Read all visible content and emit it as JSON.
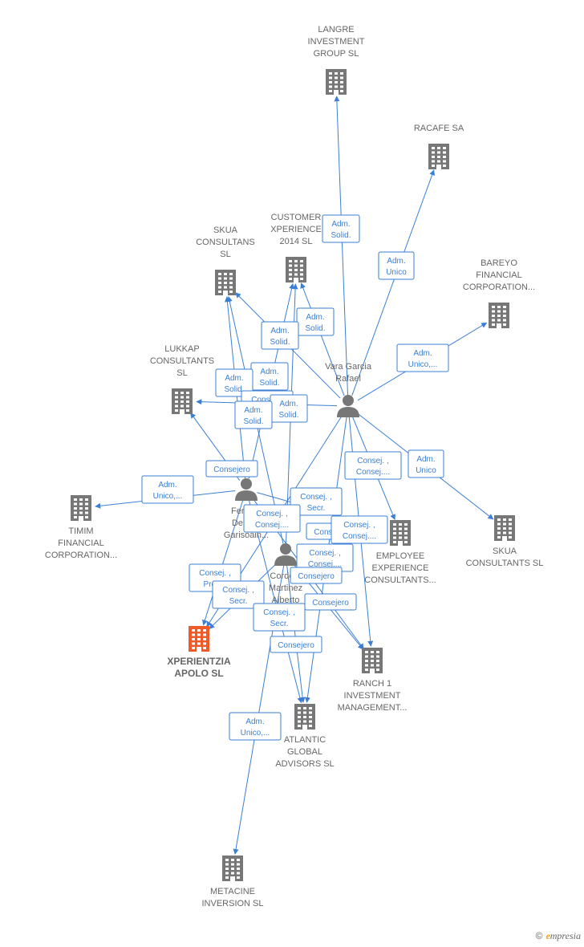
{
  "colors": {
    "edge": "#3a7fd5",
    "company": "#777777",
    "highlight": "#f05a28",
    "person": "#777777"
  },
  "footer": {
    "copyright": "©",
    "brand_e": "e",
    "brand_rest": "mpresia"
  },
  "nodes": [
    {
      "id": "langre",
      "kind": "company",
      "lines": [
        "LANGRE",
        "INVESTMENT",
        "GROUP  SL"
      ]
    },
    {
      "id": "racafe",
      "kind": "company",
      "lines": [
        "RACAFE SA"
      ]
    },
    {
      "id": "bareyo",
      "kind": "company",
      "lines": [
        "BAREYO",
        "FINANCIAL",
        "CORPORATION..."
      ]
    },
    {
      "id": "customer",
      "kind": "company",
      "lines": [
        "CUSTOMER",
        "XPERIENCE",
        "2014  SL"
      ]
    },
    {
      "id": "skua1",
      "kind": "company",
      "lines": [
        "SKUA",
        "CONSULTANS",
        "SL"
      ]
    },
    {
      "id": "lukkap",
      "kind": "company",
      "lines": [
        "LUKKAP",
        "CONSULTANTS",
        "SL"
      ]
    },
    {
      "id": "timim",
      "kind": "company",
      "lines": [
        "TIMIM",
        "FINANCIAL",
        "CORPORATION..."
      ]
    },
    {
      "id": "xperientzia",
      "kind": "highlight",
      "lines": [
        "XPERIENTZIA",
        "APOLO  SL"
      ]
    },
    {
      "id": "employee",
      "kind": "company",
      "lines": [
        "EMPLOYEE",
        "EXPERIENCE",
        "CONSULTANTS..."
      ]
    },
    {
      "id": "skua2",
      "kind": "company",
      "lines": [
        "SKUA",
        "CONSULTANTS SL"
      ]
    },
    {
      "id": "ranch",
      "kind": "company",
      "lines": [
        "RANCH 1",
        "INVESTMENT",
        "MANAGEMENT..."
      ]
    },
    {
      "id": "atlantic",
      "kind": "company",
      "lines": [
        "ATLANTIC",
        "GLOBAL",
        "ADVISORS  SL"
      ]
    },
    {
      "id": "metacine",
      "kind": "company",
      "lines": [
        "METACINE",
        "INVERSION  SL"
      ]
    },
    {
      "id": "vara",
      "kind": "person",
      "lines": [
        "Vara Garcia",
        "Rafael"
      ]
    },
    {
      "id": "fernandez",
      "kind": "person",
      "lines": [
        "Ferna...",
        "De Pi...",
        "Garisoain..."
      ]
    },
    {
      "id": "cordon",
      "kind": "person",
      "lines": [
        "Cordo...",
        "Martinez",
        "Alberto"
      ]
    }
  ],
  "edges": [
    {
      "from": "vara",
      "to": "langre"
    },
    {
      "from": "vara",
      "to": "racafe"
    },
    {
      "from": "vara",
      "to": "bareyo"
    },
    {
      "from": "vara",
      "to": "customer"
    },
    {
      "from": "vara",
      "to": "skua1"
    },
    {
      "from": "vara",
      "to": "lukkap"
    },
    {
      "from": "vara",
      "to": "employee"
    },
    {
      "from": "vara",
      "to": "skua2"
    },
    {
      "from": "vara",
      "to": "ranch"
    },
    {
      "from": "vara",
      "to": "atlantic"
    },
    {
      "from": "vara",
      "to": "xperientzia"
    },
    {
      "from": "fernandez",
      "to": "timim"
    },
    {
      "from": "fernandez",
      "to": "lukkap"
    },
    {
      "from": "fernandez",
      "to": "skua1"
    },
    {
      "from": "fernandez",
      "to": "customer"
    },
    {
      "from": "fernandez",
      "to": "employee"
    },
    {
      "from": "fernandez",
      "to": "xperientzia"
    },
    {
      "from": "fernandez",
      "to": "ranch"
    },
    {
      "from": "fernandez",
      "to": "atlantic"
    },
    {
      "from": "cordon",
      "to": "skua1"
    },
    {
      "from": "cordon",
      "to": "customer"
    },
    {
      "from": "cordon",
      "to": "xperientzia"
    },
    {
      "from": "cordon",
      "to": "employee"
    },
    {
      "from": "cordon",
      "to": "ranch"
    },
    {
      "from": "cordon",
      "to": "atlantic"
    },
    {
      "from": "cordon",
      "to": "metacine"
    }
  ],
  "edge_labels": [
    {
      "lines": [
        "Adm.",
        "Solid."
      ]
    },
    {
      "lines": [
        "Adm.",
        "Unico"
      ]
    },
    {
      "lines": [
        "Adm.",
        "Unico,..."
      ]
    },
    {
      "lines": [
        "Adm.",
        "Solid."
      ]
    },
    {
      "lines": [
        "Adm.",
        "Solid."
      ]
    },
    {
      "lines": [
        "Adm.",
        "Solid."
      ]
    },
    {
      "lines": [
        "Adm.",
        "Solid."
      ]
    },
    {
      "lines": [
        "Consej..."
      ]
    },
    {
      "lines": [
        "Adm.",
        "Solid."
      ]
    },
    {
      "lines": [
        "Adm.",
        "Solid."
      ]
    },
    {
      "lines": [
        "Consejero"
      ]
    },
    {
      "lines": [
        "Adm.",
        "Unico,..."
      ]
    },
    {
      "lines": [
        "Consej. ,",
        "Consej...."
      ]
    },
    {
      "lines": [
        "Adm.",
        "Unico"
      ]
    },
    {
      "lines": [
        "Consej. ,",
        "Secr."
      ]
    },
    {
      "lines": [
        "Consej. ,",
        "Consej...."
      ]
    },
    {
      "lines": [
        "Consejero"
      ]
    },
    {
      "lines": [
        "Consej. ,",
        "Consej...."
      ]
    },
    {
      "lines": [
        "Consej. ,",
        "Consej...."
      ]
    },
    {
      "lines": [
        "Consejero"
      ]
    },
    {
      "lines": [
        "Consej. ,",
        "Pres..."
      ]
    },
    {
      "lines": [
        "Consej. ,",
        "Secr."
      ]
    },
    {
      "lines": [
        "Consejero"
      ]
    },
    {
      "lines": [
        "Consej. ,",
        "Secr."
      ]
    },
    {
      "lines": [
        "Consejero"
      ]
    },
    {
      "lines": [
        "Adm.",
        "Unico,..."
      ]
    }
  ]
}
